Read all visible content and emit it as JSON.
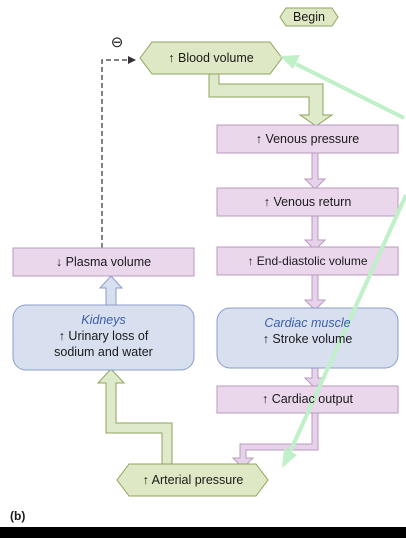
{
  "figure_label": "(b)",
  "begin_label": "Begin",
  "inhibit_symbol": "⊖",
  "nodes": {
    "blood_volume": "↑ Blood volume",
    "venous_pressure": "↑ Venous pressure",
    "venous_return": "↑ Venous return",
    "end_diastolic_volume": "↑ End-diastolic volume",
    "cardiac_muscle_title": "Cardiac muscle",
    "stroke_volume": "↑ Stroke volume",
    "cardiac_output": "↑ Cardiac output",
    "arterial_pressure": "↑ Arterial pressure",
    "kidneys_title": "Kidneys",
    "kidneys_line1": "↑ Urinary loss of",
    "kidneys_line2": "sodium and water",
    "plasma_volume": "↓ Plasma volume"
  },
  "colors": {
    "hex_fill": "#dfe8c4",
    "hex_stroke": "#8ea45c",
    "box_fill": "#ead7ec",
    "box_stroke": "#b89abe",
    "organ_fill": "#d8e0f0",
    "organ_stroke": "#8a9cc8",
    "arrow_fill": "#e6d2ea",
    "green_arrow": "#dfeacb",
    "overlay_arrow": "#bff0c8"
  }
}
